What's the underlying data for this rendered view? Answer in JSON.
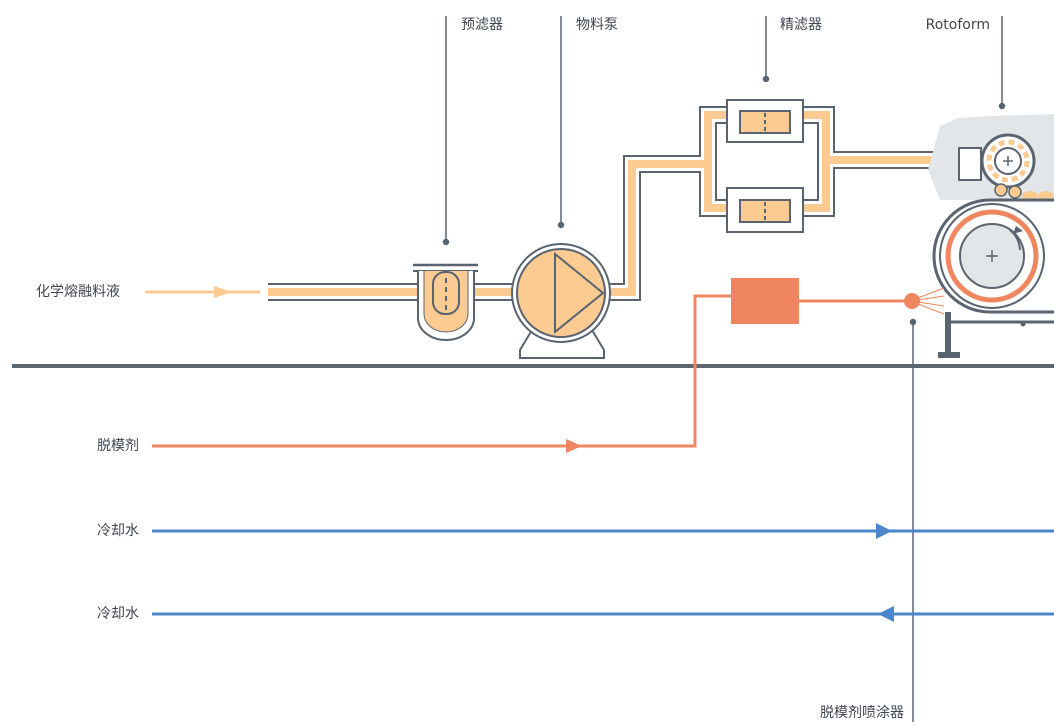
{
  "labels": {
    "prefilter": "预滤器",
    "pump": "物料泵",
    "fine_filter": "精滤器",
    "rotoform": "Rotoform",
    "melt": "化学熔融料液",
    "release_agent": "脱模剂",
    "cooling_water_in": "冷却水",
    "cooling_water_out": "冷却水",
    "release_sprayer": "脱模剂喷涂器"
  },
  "colors": {
    "product": "#fccb92",
    "release_agent": "#ef8660",
    "cooling_water": "#4a86c8",
    "equipment_outline": "#5a6470",
    "ground": "#5c6670",
    "rotoform_shell": "#e3e6e8"
  }
}
